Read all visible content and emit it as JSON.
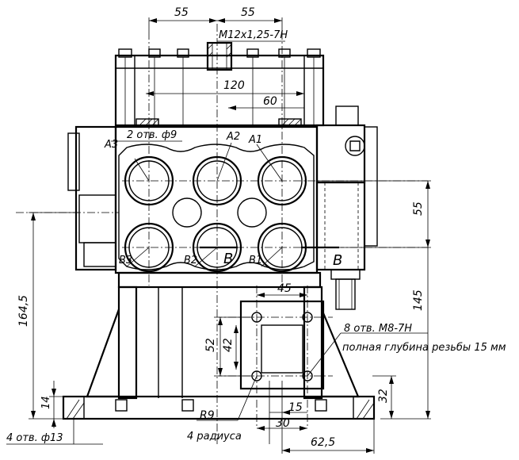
{
  "dimensions": {
    "d55_left": "55",
    "d55_right": "55",
    "thread_top": "M12x1,25-7H",
    "d120": "120",
    "d60": "60",
    "holes_top": "2 отв. ф9",
    "d55_vert": "55",
    "d145": "145",
    "d164_5": "164,5",
    "d45": "45",
    "d52": "52",
    "d42": "42",
    "holes_m8": "8 отв. M8-7H",
    "thread_depth": "полная глубина резьбы 15 мм",
    "d32": "32",
    "d14": "14",
    "r9": "R9",
    "radii4": "4 радиуса",
    "d15": "15",
    "d30": "30",
    "d62_5": "62,5",
    "holes_base": "4 отв. ф13"
  },
  "ports": {
    "a3": "A3",
    "a2": "A2",
    "a1": "A1",
    "b3": "B3",
    "b2": "B2",
    "b1": "B1"
  },
  "section_marks": {
    "left": "B",
    "right": "B"
  }
}
